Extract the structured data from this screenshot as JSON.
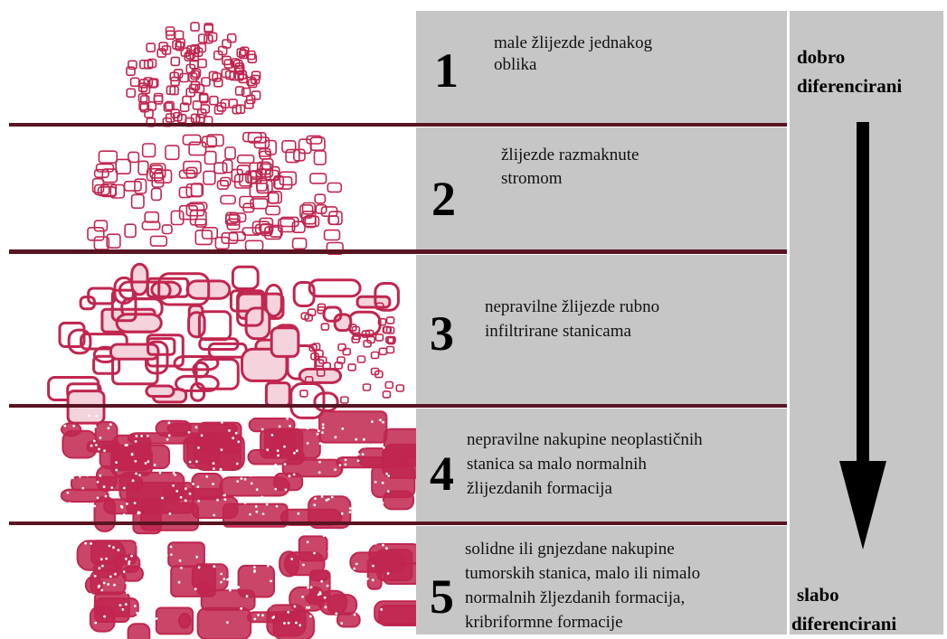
{
  "grades": [
    {
      "number": "1",
      "lines": [
        "male žlijezde jednakog",
        "oblika"
      ]
    },
    {
      "number": "2",
      "lines": [
        "žlijezde razmaknute",
        "stromom"
      ]
    },
    {
      "number": "3",
      "lines": [
        "nepravilne žlijezde rubno",
        "infiltrirane stanicama"
      ]
    },
    {
      "number": "4",
      "lines": [
        "nepravilne nakupine neoplastičnih",
        "stanica sa malo normalnih",
        "žlijezdanih formacija"
      ]
    },
    {
      "number": "5",
      "lines": [
        "solidne ili gnjezdane nakupine",
        "tumorskih stanica, malo ili nimalo",
        "normalnih žljezdanih formacija,",
        "kribriformne formacije"
      ]
    }
  ],
  "scale": {
    "top_label": [
      "dobro",
      "diferencirani"
    ],
    "bottom_label": [
      "slabo",
      "diferencirani"
    ]
  },
  "colors": {
    "panel": "#c6c6c6",
    "divider": "#5a1422",
    "gland_stroke": "#c0264f",
    "gland_fill": "#f4d3dc",
    "arrow": "#000000"
  }
}
